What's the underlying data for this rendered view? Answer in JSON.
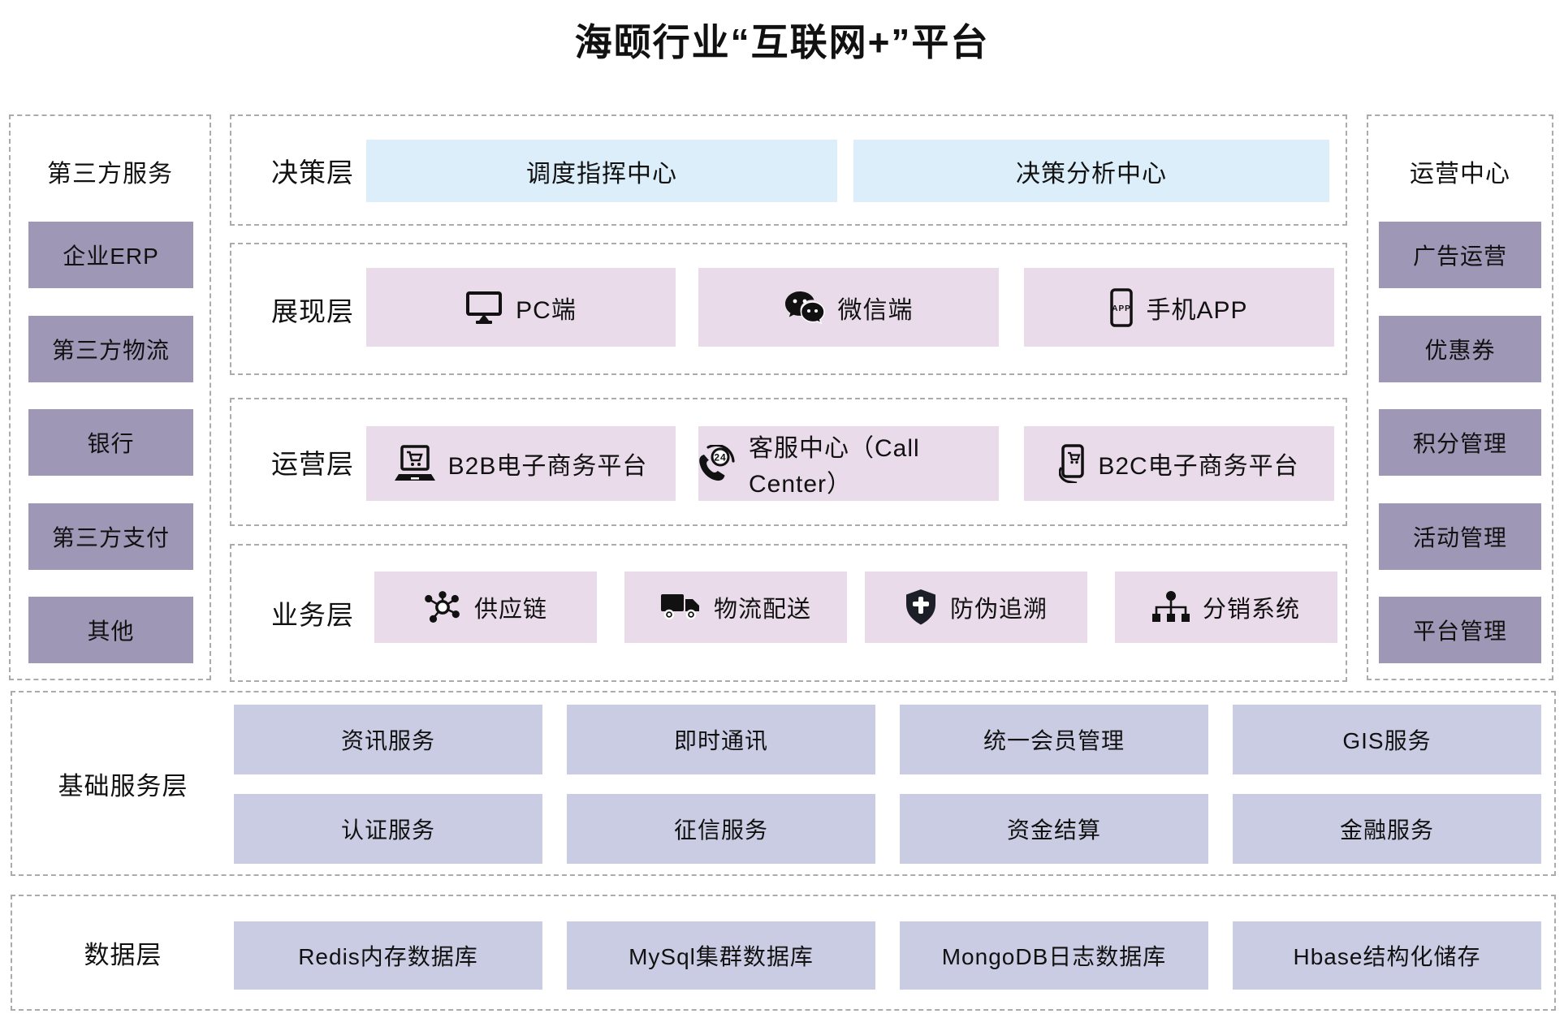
{
  "title": "海颐行业“互联网+”平台",
  "left_panel": {
    "title": "第三方服务",
    "items": [
      "企业ERP",
      "第三方物流",
      "银行",
      "第三方支付",
      "其他"
    ]
  },
  "right_panel": {
    "title": "运营中心",
    "items": [
      "广告运营",
      "优惠券",
      "积分管理",
      "活动管理",
      "平台管理"
    ]
  },
  "decision_layer": {
    "label": "决策层",
    "boxes": [
      "调度指挥中心",
      "决策分析中心"
    ]
  },
  "presentation_layer": {
    "label": "展现层",
    "boxes": [
      {
        "icon": "monitor-icon",
        "label": "PC端"
      },
      {
        "icon": "wechat-icon",
        "label": "微信端"
      },
      {
        "icon": "phone-app-icon",
        "label": "手机APP"
      }
    ]
  },
  "operation_layer": {
    "label": "运营层",
    "boxes": [
      {
        "icon": "b2b-ecommerce-icon",
        "label": "B2B电子商务平台"
      },
      {
        "icon": "callcenter-24-icon",
        "label": "客服中心（Call Center）"
      },
      {
        "icon": "b2c-ecommerce-icon",
        "label": "B2C电子商务平台"
      }
    ]
  },
  "business_layer": {
    "label": "业务层",
    "boxes": [
      {
        "icon": "supply-chain-icon",
        "label": "供应链"
      },
      {
        "icon": "logistics-truck-icon",
        "label": "物流配送"
      },
      {
        "icon": "anti-counterfeit-shield-icon",
        "label": "防伪追溯"
      },
      {
        "icon": "distribution-tree-icon",
        "label": "分销系统"
      }
    ]
  },
  "base_service_layer": {
    "label": "基础服务层",
    "row1": [
      "资讯服务",
      "即时通讯",
      "统一会员管理",
      "GIS服务"
    ],
    "row2": [
      "认证服务",
      "征信服务",
      "资金结算",
      "金融服务"
    ]
  },
  "data_layer": {
    "label": "数据层",
    "items": [
      "Redis内存数据库",
      "MySql集群数据库",
      "MongoDB日志数据库",
      "Hbase结构化储存"
    ]
  },
  "icons": {
    "app_badge": "APP",
    "call_badge": "24"
  },
  "colors": {
    "sidebar_box": "#9e97b6",
    "decision_box": "#dbeefa",
    "feature_box": "#e9dbea",
    "service_box": "#c9cce3",
    "dashed_border": "#ababab",
    "text": "#111111"
  }
}
